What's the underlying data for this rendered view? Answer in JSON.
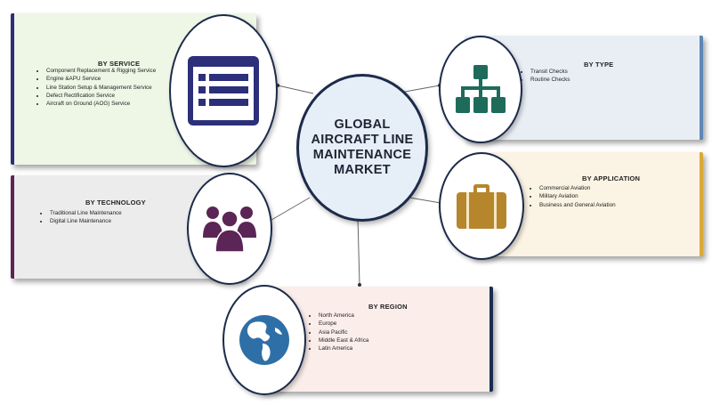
{
  "center": {
    "title": "GLOBAL AIRCRAFT LINE MAINTENANCE MARKET"
  },
  "service": {
    "title": "BY SERVICE",
    "items": [
      "Component Replacement & Rigging Service",
      "Engine &APU Service",
      "Line Station Setup & Management Service",
      "Defect Rectification Service",
      "Aircraft on Ground (AOG) Service"
    ]
  },
  "type": {
    "title": "BY TYPE",
    "items": [
      "Transit Checks",
      "Routine Checks"
    ]
  },
  "technology": {
    "title": "BY TECHNOLOGY",
    "items": [
      "Traditional Line Maintenance",
      "Digital Line Maintenance"
    ]
  },
  "application": {
    "title": "BY APPLICATION",
    "items": [
      "Commercial Aviation",
      "Military Aviation",
      "Business and General Aviation"
    ]
  },
  "region": {
    "title": "BY REGION",
    "items": [
      "North America",
      "Europe",
      "Asia Pacific",
      "Middle East & Africa",
      "Latin America"
    ]
  },
  "colors": {
    "service_card": "#eef6e6",
    "service_accent": "#2c2f7a",
    "type_card": "#e9eef5",
    "type_accent": "#5d87b4",
    "type_icon": "#1e6b5c",
    "technology_card": "#ececec",
    "technology_accent": "#5b2556",
    "application_card": "#fbf3e3",
    "application_accent": "#d9a93a",
    "application_icon": "#b6862c",
    "region_card": "#fbeeea",
    "region_accent": "#1b2c4f",
    "region_icon": "#2f6fa7",
    "outline": "#1c2b4a"
  },
  "icons": {
    "service": "list-icon",
    "type": "hierarchy-icon",
    "technology": "people-group-icon",
    "application": "briefcase-icon",
    "region": "globe-icon"
  }
}
